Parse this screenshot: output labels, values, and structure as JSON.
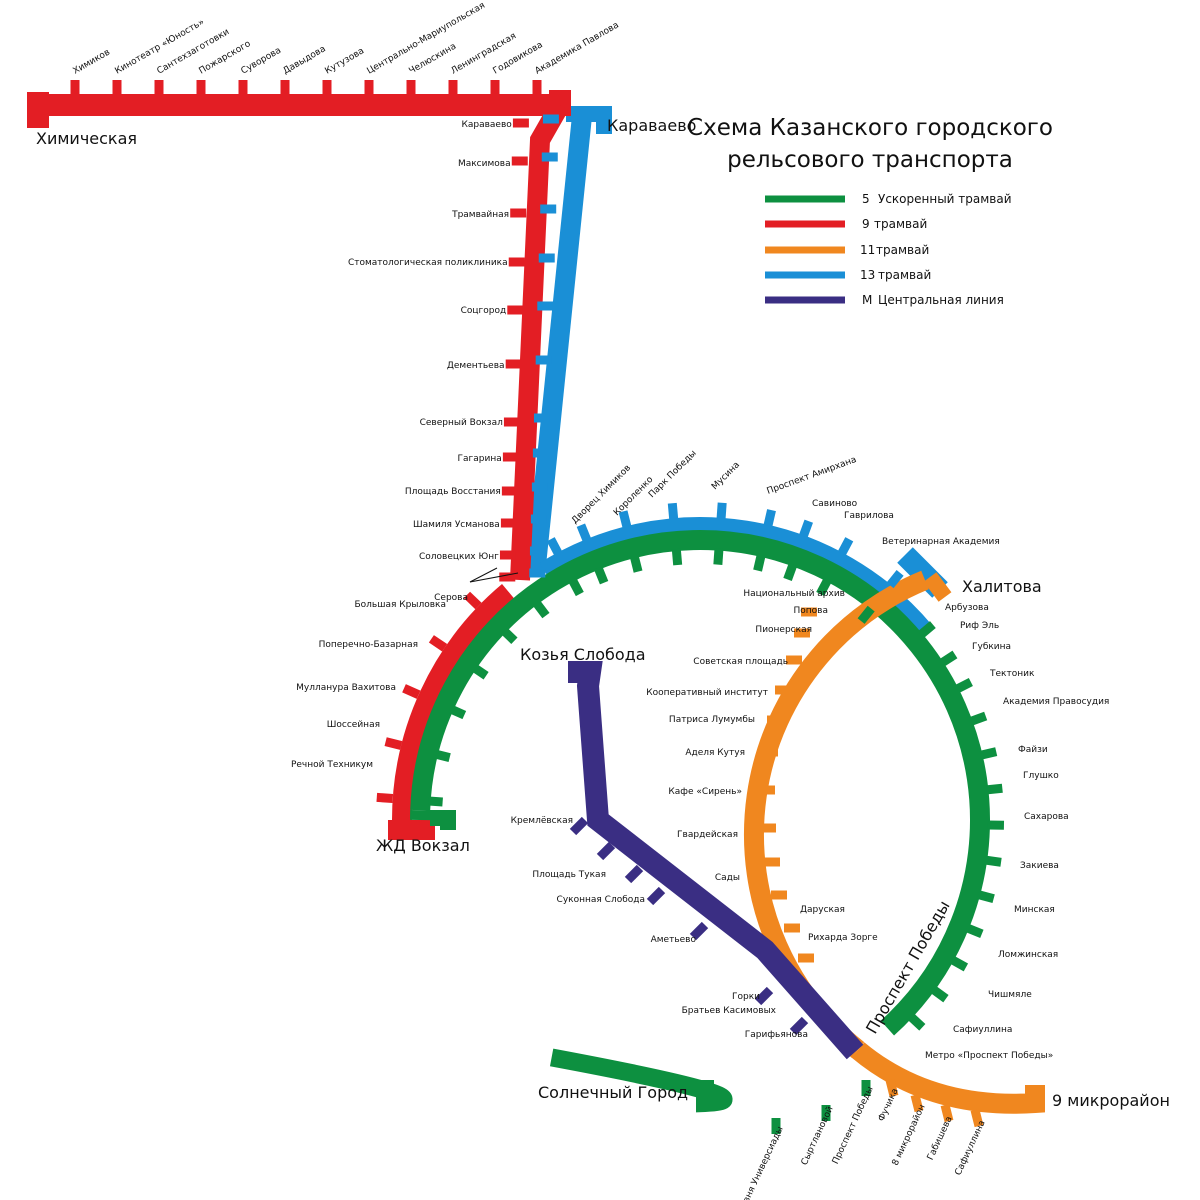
{
  "title": {
    "line1": "Схема Казанского городского",
    "line2": "рельсового транспорта"
  },
  "colors": {
    "green": "#0d9040",
    "red": "#e31e24",
    "orange": "#f0871f",
    "blue": "#1a8fd6",
    "purple": "#3a2e83"
  },
  "legend": [
    {
      "number": "5",
      "label": "Ускоренный трамвай",
      "color": "#0d9040"
    },
    {
      "number": "9",
      "label": "трамвай",
      "color": "#e31e24"
    },
    {
      "number": "11",
      "label": "трамвай",
      "color": "#f0871f"
    },
    {
      "number": "13",
      "label": "трамвай",
      "color": "#1a8fd6"
    },
    {
      "number": "М",
      "label": "Центральная линия",
      "color": "#3a2e83"
    }
  ],
  "terminals": {
    "khimicheskaya": "Химическая",
    "karavaevo": "Караваево",
    "khalitova": "Халитова",
    "zhd_vokzal": "ЖД Вокзал",
    "kozya_sloboda": "Козья Слобода",
    "prospekt_pobedy": "Проспект Победы",
    "solnechny_gorod": "Солнечный Город",
    "microraion9": "9 микрорайон"
  },
  "stations": {
    "red_top": [
      "Химиков",
      "Кинотеатр «Юность»",
      "Сантехзаготовки",
      "Пожарского",
      "Суворова",
      "Давыдова",
      "Кутузова",
      "Центрально-Мариупольская",
      "Челюскина",
      "Ленинградская",
      "Годовикова",
      "Академика Павлова"
    ],
    "red_vertical": [
      "Караваево",
      "Максимова",
      "Трамвайная",
      "Стоматологическая поликлиника",
      "Соцгород",
      "Дементьева",
      "Северный Вокзал",
      "Гагарина",
      "Площадь Восстания",
      "Шамиля Усманова",
      "Соловецких Юнг",
      "Серова"
    ],
    "red_arc": [
      "Большая Крыловка",
      "Поперечно-Базарная",
      "Мулланура Вахитова",
      "Шоссейная",
      "Речной Техникум"
    ],
    "blue_arc": [
      "Дворец Химиков",
      "Короленко",
      "Парк Победы",
      "Мусина",
      "Проспект Амирхана",
      "Савиново",
      "Гаврилова",
      "Ветеринарная Академия"
    ],
    "green_right": [
      "Арбузова",
      "Риф Эль",
      "Губкина",
      "Тектоник",
      "Академия Правосудия",
      "Файзи",
      "Глушко",
      "Сахарова",
      "Закиева",
      "Минская",
      "Ломжинская",
      "Чишмяле",
      "Сафиуллина",
      "Метро «Проспект Победы»"
    ],
    "orange_inner": [
      "Национальный архив",
      "Попова",
      "Пионерская",
      "Советская площадь",
      "Кооперативный институт",
      "Патриса Лумумбы",
      "Аделя Кутуя",
      "Кафе «Сирень»",
      "Гвардейская",
      "Сады",
      "Даруская",
      "Рихарда Зорге"
    ],
    "metro": [
      "Кремлёвская",
      "Площадь Тукая",
      "Суконная Слобода",
      "Аметьево",
      "Горки",
      "Братьев Касимовых",
      "Гарифьянова"
    ],
    "bottom_green": [
      "Деревня Универсиады",
      "Сыртлановой",
      "Проспект Победы"
    ],
    "bottom_orange": [
      "Фучика",
      "8 микрорайон",
      "Габишева",
      "Сафиуллина"
    ]
  }
}
